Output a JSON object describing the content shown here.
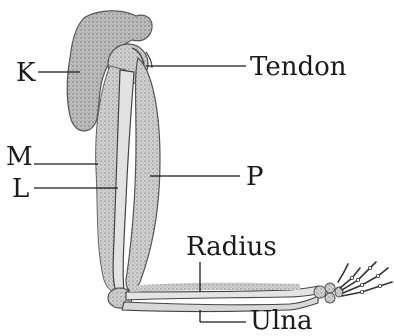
{
  "labels": {
    "k": "K",
    "tendon": "Tendon",
    "m": "M",
    "l": "L",
    "p": "P",
    "radius": "Radius",
    "ulna": "Ulna"
  },
  "colors": {
    "ink": "#1a1a1a",
    "bone_fill": "#c9c9c9",
    "muscle_fill": "#d6d6d6",
    "scapula_fill": "#b5b5b5"
  }
}
